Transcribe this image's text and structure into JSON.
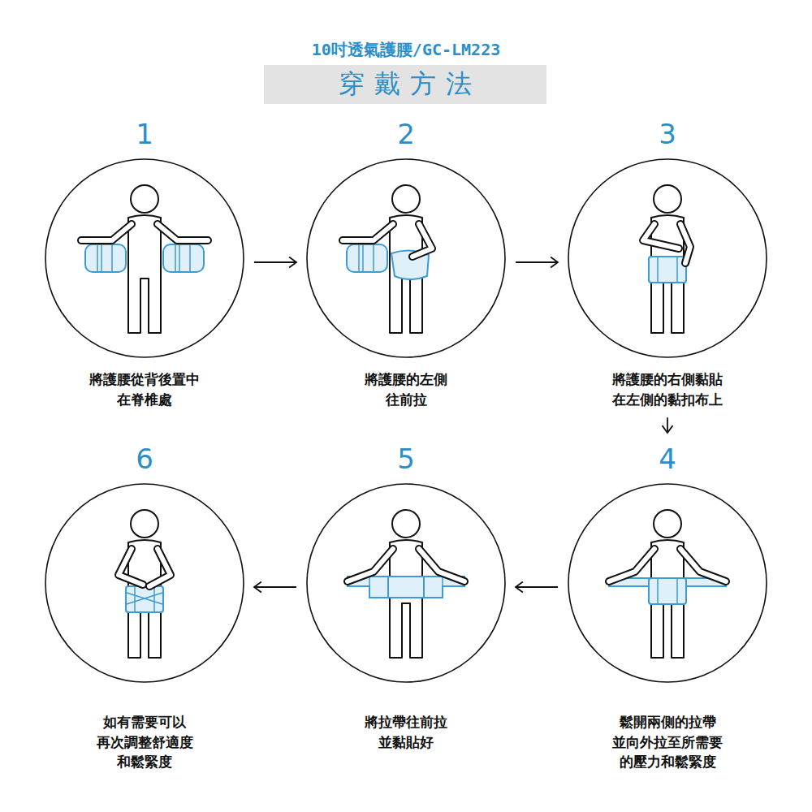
{
  "diagram": {
    "title": "10吋透氣護腰/GC-LM223",
    "nodes": [
      {
        "text": [
          "穿戴方法"
        ]
      },
      {
        "text": [
          "1",
          "將護腰從背後置中 在脊椎處"
        ]
      },
      {
        "text": [
          "2",
          "將護腰的左側 往前拉"
        ]
      },
      {
        "text": [
          "3",
          "將護腰的右側黏貼 在左側的黏扣布上"
        ]
      },
      {
        "text": [
          "4",
          "鬆開兩側的拉帶 並向外拉至所需要 的壓力和鬆緊度"
        ]
      },
      {
        "text": [
          "5",
          "將拉帶往前拉 並黏貼好"
        ]
      },
      {
        "text": [
          "6",
          "如有需要可以 再次調整舒適度 和鬆緊度"
        ]
      }
    ],
    "edges": [
      {
        "from": 1,
        "to": 2,
        "arrow": "to"
      },
      {
        "from": 2,
        "to": 3,
        "arrow": "to"
      },
      {
        "from": 3,
        "to": 4,
        "arrow": "to"
      },
      {
        "from": 4,
        "to": 5,
        "arrow": "to"
      },
      {
        "from": 5,
        "to": 6,
        "arrow": "to"
      }
    ]
  }
}
